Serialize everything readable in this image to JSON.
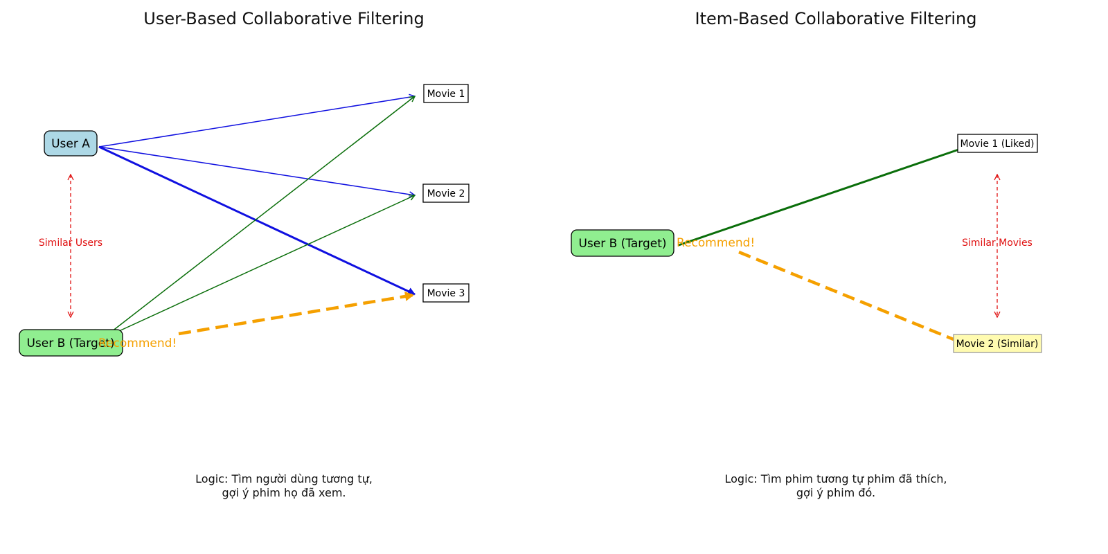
{
  "colors": {
    "user_a_fill": "#add8e6",
    "user_b_fill": "#90ee90",
    "liked_edge": "#1010e0",
    "target_edge": "#0a6e0a",
    "recommend": "#f5a000",
    "similar": "#e01010",
    "similar_movie_fill": "#fffbb0"
  },
  "user_based": {
    "title": "User-Based Collaborative Filtering",
    "user_a": "User A",
    "user_b": "User B (Target)",
    "movie_1": "Movie 1",
    "movie_2": "Movie 2",
    "movie_3": "Movie 3",
    "similar_label": "Similar Users",
    "recommend_label": "Recommend!",
    "caption_line1": "Logic: Tìm người dùng tương tự,",
    "caption_line2": "gợi ý phim họ đã xem."
  },
  "item_based": {
    "title": "Item-Based Collaborative Filtering",
    "user_b": "User B (Target)",
    "movie_liked": "Movie 1 (Liked)",
    "movie_similar": "Movie 2 (Similar)",
    "similar_label": "Similar Movies",
    "recommend_label": "Recommend!",
    "caption_line1": "Logic: Tìm phim tương tự phim đã thích,",
    "caption_line2": "gợi ý phim đó."
  }
}
